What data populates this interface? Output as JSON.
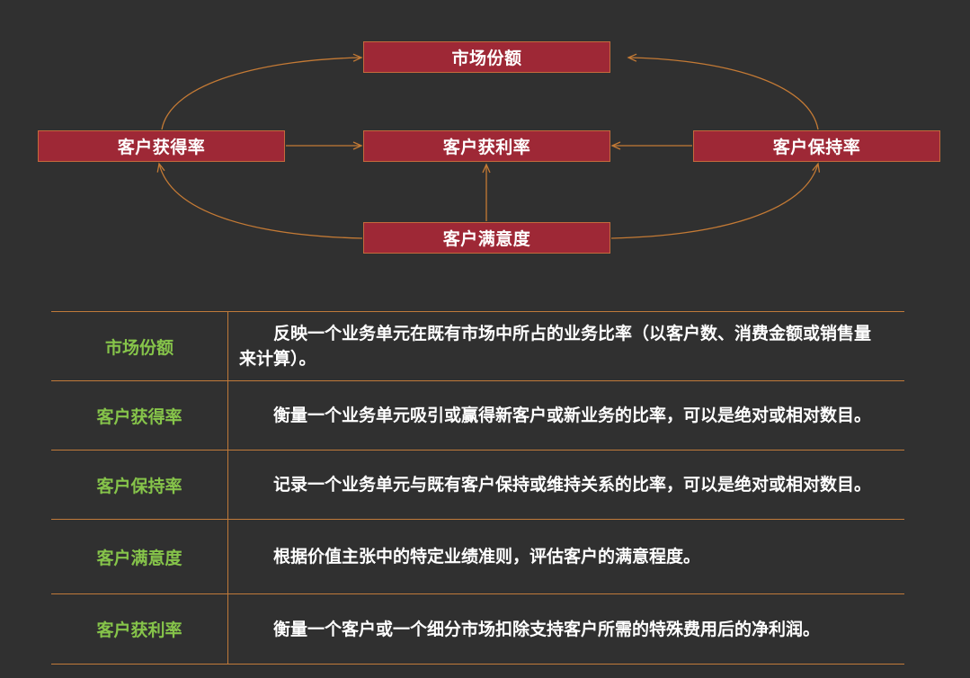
{
  "diagram": {
    "nodes": {
      "market_share": "市场份额",
      "acquisition": "客户获得率",
      "profitability": "客户获利率",
      "retention": "客户保持率",
      "satisfaction": "客户满意度"
    },
    "edges": [
      {
        "from": "acquisition",
        "to": "market_share"
      },
      {
        "from": "retention",
        "to": "market_share"
      },
      {
        "from": "acquisition",
        "to": "profitability"
      },
      {
        "from": "retention",
        "to": "profitability"
      },
      {
        "from": "satisfaction",
        "to": "profitability"
      },
      {
        "from": "satisfaction",
        "to": "acquisition"
      },
      {
        "from": "satisfaction",
        "to": "retention"
      }
    ],
    "colors": {
      "node_fill": "#9e2836",
      "connector": "#c47a35",
      "background": "#303030"
    }
  },
  "table": {
    "rows": [
      {
        "term": "市场份额",
        "definition": "反映一个业务单元在既有市场中所占的业务比率（以客户数、消费金额或销售量来计算）。"
      },
      {
        "term": "客户获得率",
        "definition": "衡量一个业务单元吸引或赢得新客户或新业务的比率，可以是绝对或相对数目。"
      },
      {
        "term": "客户保持率",
        "definition": "记录一个业务单元与既有客户保持或维持关系的比率，可以是绝对或相对数目。"
      },
      {
        "term": "客户满意度",
        "definition": "根据价值主张中的特定业绩准则，评估客户的满意程度。"
      },
      {
        "term": "客户获利率",
        "definition": "衡量一个客户或一个细分市场扣除支持客户所需的特殊费用后的净利润。"
      }
    ],
    "colors": {
      "term_text": "#86c44a",
      "definition_text": "#ffffff",
      "border": "#c07a3a"
    }
  }
}
